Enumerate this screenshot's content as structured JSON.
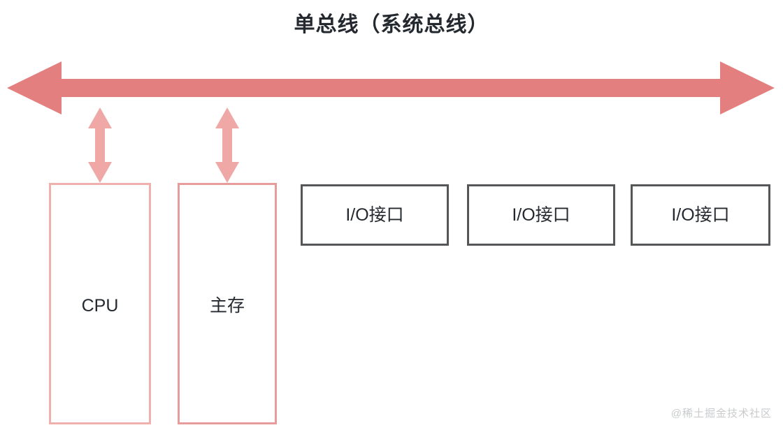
{
  "diagram": {
    "title": "单总线（系统总线）",
    "type": "single-bus computer architecture",
    "bus": {
      "name": "system-bus",
      "direction": "bidirectional",
      "color": "#e3807f"
    },
    "connectors": [
      {
        "name": "cpu-bus-connector",
        "direction": "bidirectional",
        "color": "#efa8a6"
      },
      {
        "name": "memory-bus-connector",
        "direction": "bidirectional",
        "color": "#efa8a6"
      }
    ],
    "units": [
      {
        "id": "cpu",
        "label": "CPU",
        "border_color": "#efb0ae"
      },
      {
        "id": "memory",
        "label": "主存",
        "border_color": "#e69c9a"
      }
    ],
    "io_interfaces": [
      {
        "id": "io-1",
        "label": "I/O接口",
        "border_color": "#545658"
      },
      {
        "id": "io-2",
        "label": "I/O接口",
        "border_color": "#545658"
      },
      {
        "id": "io-3",
        "label": "I/O接口",
        "border_color": "#545658"
      }
    ],
    "watermark": "@稀土掘金技术社区"
  }
}
